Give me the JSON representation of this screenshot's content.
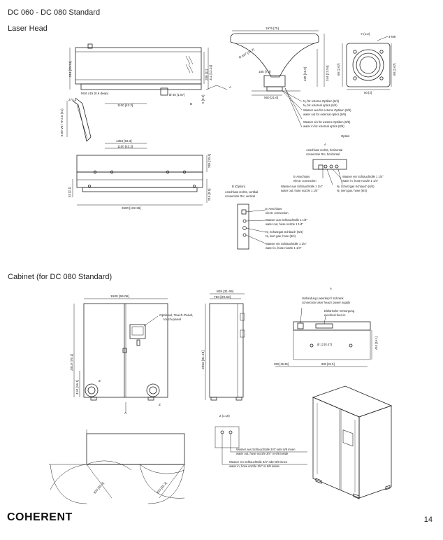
{
  "page": {
    "title": "DC 060 - DC 080 Standard",
    "section_laser": "Laser Head",
    "section_cabinet": "Cabinet (for DC 080 Standard)",
    "brand": "COHERENT",
    "page_number": "14"
  },
  "laser_head": {
    "dims": {
      "d_1976": "1976 [75]",
      "d_1100_side": "1100 [43.3]",
      "d_1100_top": "1100 [43.3]",
      "d_1353": "1353 [53.3]",
      "d_2600": "2600 [102.36]",
      "d_40": "Ø 40 [1.57]",
      "d_550": "550 [21.6]",
      "d_185": "185 [7.3]",
      "d_50": "50 [2]",
      "d_m16": "M16 x15 (0.6 deep)",
      "d_y": "Y (1:2)",
      "d_4m6": "4-M6",
      "d_b": "B",
      "d_a": "A"
    },
    "labels": {
      "n2_ext_optics": "N₂ für externe Optiken (6/4)",
      "n2_ext_optics_en": "N₂ for external optics (6/4)",
      "water_out_optics": "Wasser aus für externe Optiken (8/6)",
      "water_out_optics_en": "water out for external optics (8/6)",
      "water_in_optics": "Wasser ein für externe Optiken (8/6)",
      "water_in_optics_en": "water in for external optics (8/6)",
      "option": "Option",
      "conn_right": "Anschluss rechts, horizontal",
      "conn_right_en": "connection RH, horizontal",
      "e_conn": "E-Anschluss",
      "e_conn_en": "electr. connection",
      "water_in_hose": "Wasser ein Schlauchtülle 1 1/4\"",
      "water_in_hose_en": "water in, hose nozzle 1 1/4\"",
      "water_out_hose": "Wasser aus Schlauchtülle 1 1/4\"",
      "water_out_hose_en": "water out, hose nozzle 1 1/4\"",
      "n2_gas": "N₂ Schutzgas Schlauch (6/4)",
      "n2_gas_en": "N₂ inert gas, hose (6/4)",
      "b_option": "B (Option)",
      "conn_vert": "Anschluss rechts, vertikal",
      "conn_vert_en": "connection RH, vertical",
      "view_a": "A"
    }
  },
  "cabinet": {
    "dims": {
      "w_1500": "1500 [59.06]",
      "d_805": "805 [31.69]",
      "d_750": "750 [29.53]",
      "h_2010": "2010 [79.1]",
      "h_2062": "2062 [81.18]",
      "h_410": "410 [16.1]",
      "d_12": "Ø 12 [0.47]",
      "d_390": "390 [15.35]",
      "d_800": "800 [31.5]",
      "r_820": "820 [32.3]"
    },
    "labels": {
      "touch_panel": "Optional, Touch-Panel,",
      "touch_panel_en": "touch-panel",
      "z": "Z",
      "a": "A",
      "z_scale": "Z (1:10)",
      "conn_laser": "Verbindung Laserkopf / Schrank",
      "conn_laser_en": "connection laser head / power supply",
      "electr_supply": "Elektrische Versorgung",
      "electr_supply_en": "electrical feed-in",
      "w_out": "Wasser aus Schlauchtülle 3/4\" oder 6/8 innen",
      "w_out_en": "water out, hose nozzle 3/4\" or 6/8 inside",
      "w_in": "Wasser ein Schlauchtülle 3/4\" oder 6/8 innen",
      "w_in_en": "water in, hose nozzle 3/4\" or 6/8 inside"
    }
  }
}
